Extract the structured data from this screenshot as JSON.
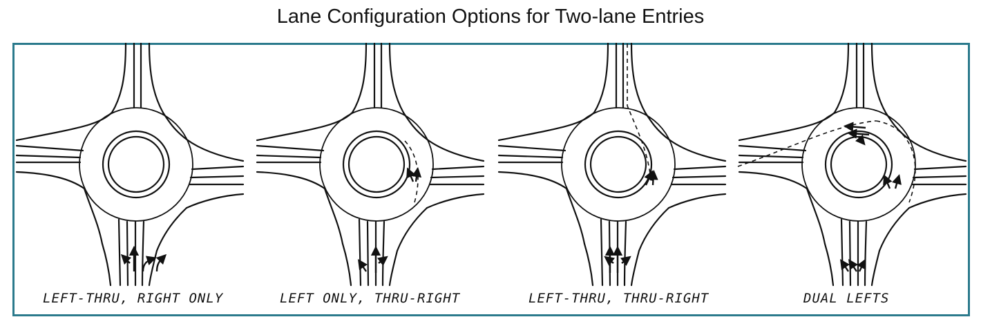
{
  "title": "Lane Configuration Options for Two-lane Entries",
  "colors": {
    "frame": "#2b7a8c",
    "ink": "#111111"
  },
  "panels": [
    {
      "caption": "LEFT-THRU, RIGHT ONLY"
    },
    {
      "caption": "LEFT ONLY, THRU-RIGHT"
    },
    {
      "caption": "LEFT-THRU, THRU-RIGHT"
    },
    {
      "caption": "DUAL LEFTS"
    }
  ]
}
